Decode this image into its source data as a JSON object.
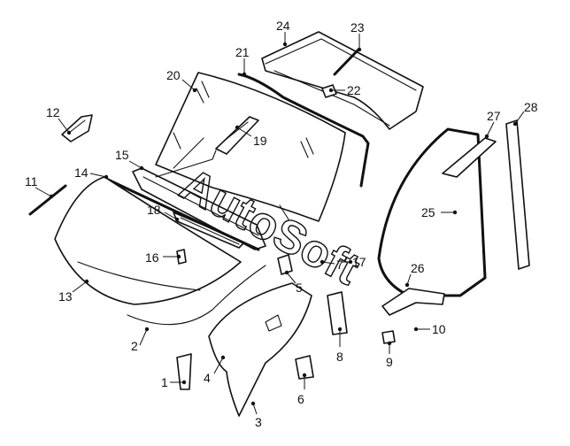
{
  "watermark": "AutoSoft",
  "callouts": {
    "c1": "1",
    "c2": "2",
    "c3": "3",
    "c4": "4",
    "c5": "5",
    "c6": "6",
    "c7": "7",
    "c8": "8",
    "c9": "9",
    "c10": "10",
    "c11": "11",
    "c12": "12",
    "c13": "13",
    "c14": "14",
    "c15": "15",
    "c16": "16",
    "c17": "17",
    "c18": "18",
    "c19": "19",
    "c20": "20",
    "c21": "21",
    "c22": "22",
    "c23": "23",
    "c24": "24",
    "c25": "25",
    "c26": "26",
    "c27": "27",
    "c28": "28"
  }
}
